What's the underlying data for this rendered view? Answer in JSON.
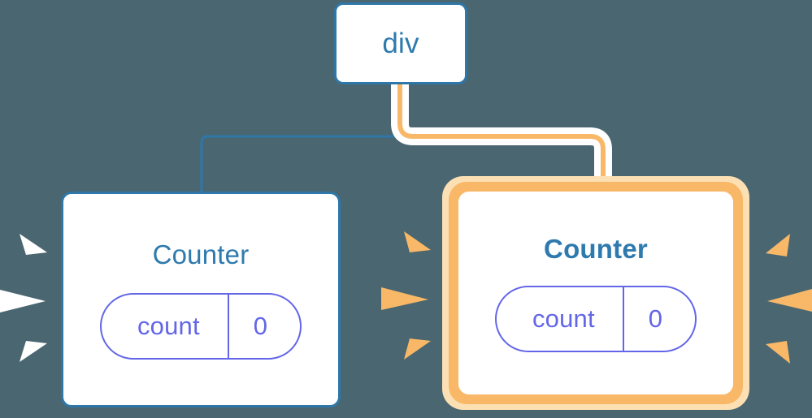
{
  "diagram": {
    "title": "component-tree-rerender",
    "background_color": "#4a6670",
    "accent_blue": "#2e77a8",
    "accent_orange": "#f9b868",
    "accent_orange_soft": "#fce0b4",
    "accent_purple": "#6366e8",
    "card_background": "#ffffff"
  },
  "root": {
    "label": "div"
  },
  "counters": [
    {
      "id": "counter-left",
      "title": "Counter",
      "highlighted": false,
      "bold_title": false,
      "state": {
        "key": "count",
        "value": "0"
      },
      "sparkle_color": "#ffffff",
      "edge_color": "#2e77a8"
    },
    {
      "id": "counter-right",
      "title": "Counter",
      "highlighted": true,
      "bold_title": true,
      "state": {
        "key": "count",
        "value": "0"
      },
      "sparkle_color": "#f9b868",
      "edge_color": "#f9b868"
    }
  ],
  "edges": [
    {
      "id": "edge-div-to-counter-left",
      "from": "div",
      "to": "counter-left",
      "color": "#2e77a8",
      "highlighted": false
    },
    {
      "id": "edge-div-to-counter-right",
      "from": "div",
      "to": "counter-right",
      "color": "#f9b868",
      "halo_color": "#ffffff",
      "highlighted": true
    }
  ],
  "sparkle_groups": [
    {
      "id": "sparkles-left-of-left-counter",
      "color": "#ffffff",
      "rays": 3
    },
    {
      "id": "sparkles-right-of-left-counter",
      "color": "#f9b868",
      "rays": 3
    },
    {
      "id": "sparkles-right-of-right-counter",
      "color": "#f9b868",
      "rays": 3
    }
  ]
}
